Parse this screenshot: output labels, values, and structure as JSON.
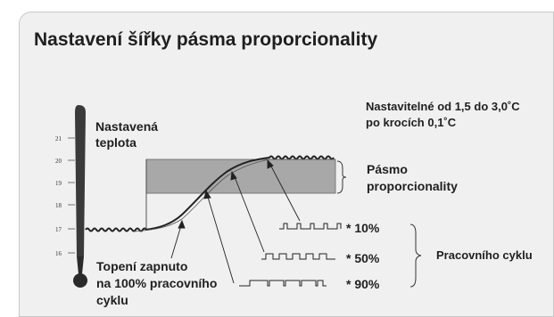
{
  "title": "Nastavení šířky pásma proporcionality",
  "adjustable_note": [
    "Nastavitelné od 1,5 do 3,0˚C",
    "po krocích 0,1˚C"
  ],
  "setpoint_label": [
    "Nastavená",
    "teplota"
  ],
  "band_label": [
    "Pásmo",
    "proporcionality"
  ],
  "heating_label": [
    "Topení zapnuto",
    "na 100% pracovního",
    "cyklu"
  ],
  "duty_cycle_label": "Pracovního cyklu",
  "duty_cycles": [
    "* 10%",
    "* 50%",
    "* 90%"
  ],
  "scale_ticks": [
    "21",
    "20",
    "19",
    "18",
    "17",
    "16"
  ],
  "colors": {
    "band": "#a8a8a8",
    "card": "#f0f0f0",
    "text": "#1f1f1f"
  }
}
